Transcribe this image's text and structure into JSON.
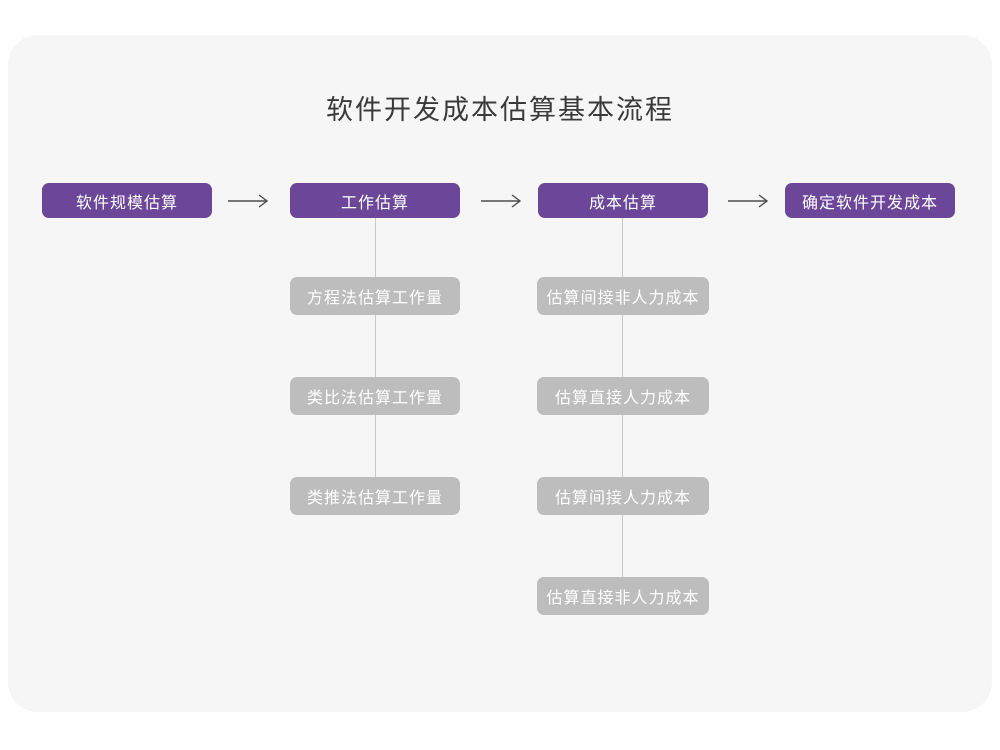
{
  "title": "软件开发成本估算基本流程",
  "colors": {
    "page_bg": "#ffffff",
    "card_bg": "#f6f6f7",
    "stage_bg": "#6c4699",
    "substep_bg": "#bdbdbd",
    "arrow": "#4d4d4d",
    "connector": "#c9c9c9",
    "title_text": "#3a3a3a",
    "box_text": "#ffffff"
  },
  "flow": {
    "stages": [
      {
        "label": "软件规模估算"
      },
      {
        "label": "工作估算"
      },
      {
        "label": "成本估算"
      },
      {
        "label": "确定软件开发成本"
      }
    ],
    "work_substeps": [
      {
        "label": "方程法估算工作量"
      },
      {
        "label": "类比法估算工作量"
      },
      {
        "label": "类推法估算工作量"
      }
    ],
    "cost_substeps": [
      {
        "label": "估算间接非人力成本"
      },
      {
        "label": "估算直接人力成本"
      },
      {
        "label": "估算间接人力成本"
      },
      {
        "label": "估算直接非人力成本"
      }
    ]
  }
}
